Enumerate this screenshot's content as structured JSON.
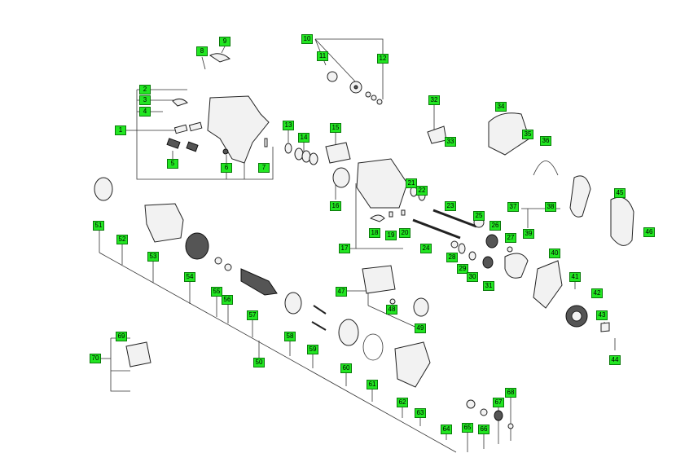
{
  "callouts": [
    {
      "id": "1",
      "label": "1"
    },
    {
      "id": "2",
      "label": "2"
    },
    {
      "id": "3",
      "label": "3"
    },
    {
      "id": "4",
      "label": "4"
    },
    {
      "id": "5",
      "label": "5"
    },
    {
      "id": "6",
      "label": "6"
    },
    {
      "id": "7",
      "label": "7"
    },
    {
      "id": "8",
      "label": "8"
    },
    {
      "id": "9",
      "label": "9"
    },
    {
      "id": "10",
      "label": "10"
    },
    {
      "id": "11",
      "label": "11"
    },
    {
      "id": "12",
      "label": "12"
    },
    {
      "id": "13",
      "label": "13"
    },
    {
      "id": "14",
      "label": "14"
    },
    {
      "id": "15",
      "label": "15"
    },
    {
      "id": "16",
      "label": "16"
    },
    {
      "id": "17",
      "label": "17"
    },
    {
      "id": "18",
      "label": "18"
    },
    {
      "id": "19",
      "label": "19"
    },
    {
      "id": "20",
      "label": "20"
    },
    {
      "id": "21",
      "label": "21"
    },
    {
      "id": "22",
      "label": "22"
    },
    {
      "id": "23",
      "label": "23"
    },
    {
      "id": "24",
      "label": "24"
    },
    {
      "id": "25",
      "label": "25"
    },
    {
      "id": "26",
      "label": "26"
    },
    {
      "id": "27",
      "label": "27"
    },
    {
      "id": "28",
      "label": "28"
    },
    {
      "id": "29",
      "label": "29"
    },
    {
      "id": "30",
      "label": "30"
    },
    {
      "id": "31",
      "label": "31"
    },
    {
      "id": "32",
      "label": "32"
    },
    {
      "id": "33",
      "label": "33"
    },
    {
      "id": "34",
      "label": "34"
    },
    {
      "id": "35",
      "label": "35"
    },
    {
      "id": "36",
      "label": "36"
    },
    {
      "id": "37",
      "label": "37"
    },
    {
      "id": "38",
      "label": "38"
    },
    {
      "id": "39",
      "label": "39"
    },
    {
      "id": "40",
      "label": "40"
    },
    {
      "id": "41",
      "label": "41"
    },
    {
      "id": "42",
      "label": "42"
    },
    {
      "id": "43",
      "label": "43"
    },
    {
      "id": "44",
      "label": "44"
    },
    {
      "id": "45",
      "label": "45"
    },
    {
      "id": "46",
      "label": "46"
    },
    {
      "id": "47",
      "label": "47"
    },
    {
      "id": "48",
      "label": "48"
    },
    {
      "id": "49",
      "label": "49"
    },
    {
      "id": "50",
      "label": "50"
    },
    {
      "id": "51",
      "label": "51"
    },
    {
      "id": "52",
      "label": "52"
    },
    {
      "id": "53",
      "label": "53"
    },
    {
      "id": "54",
      "label": "54"
    },
    {
      "id": "55",
      "label": "55"
    },
    {
      "id": "56",
      "label": "56"
    },
    {
      "id": "57",
      "label": "57"
    },
    {
      "id": "58",
      "label": "58"
    },
    {
      "id": "59",
      "label": "59"
    },
    {
      "id": "60",
      "label": "60"
    },
    {
      "id": "61",
      "label": "61"
    },
    {
      "id": "62",
      "label": "62"
    },
    {
      "id": "63",
      "label": "63"
    },
    {
      "id": "64",
      "label": "64"
    },
    {
      "id": "65",
      "label": "65"
    },
    {
      "id": "66",
      "label": "66"
    },
    {
      "id": "67",
      "label": "67"
    },
    {
      "id": "68",
      "label": "68"
    },
    {
      "id": "69",
      "label": "69"
    },
    {
      "id": "70",
      "label": "70"
    }
  ],
  "colors": {
    "callout_fill": "#22e622",
    "callout_border": "#0a7a0a",
    "line": "#333333"
  }
}
